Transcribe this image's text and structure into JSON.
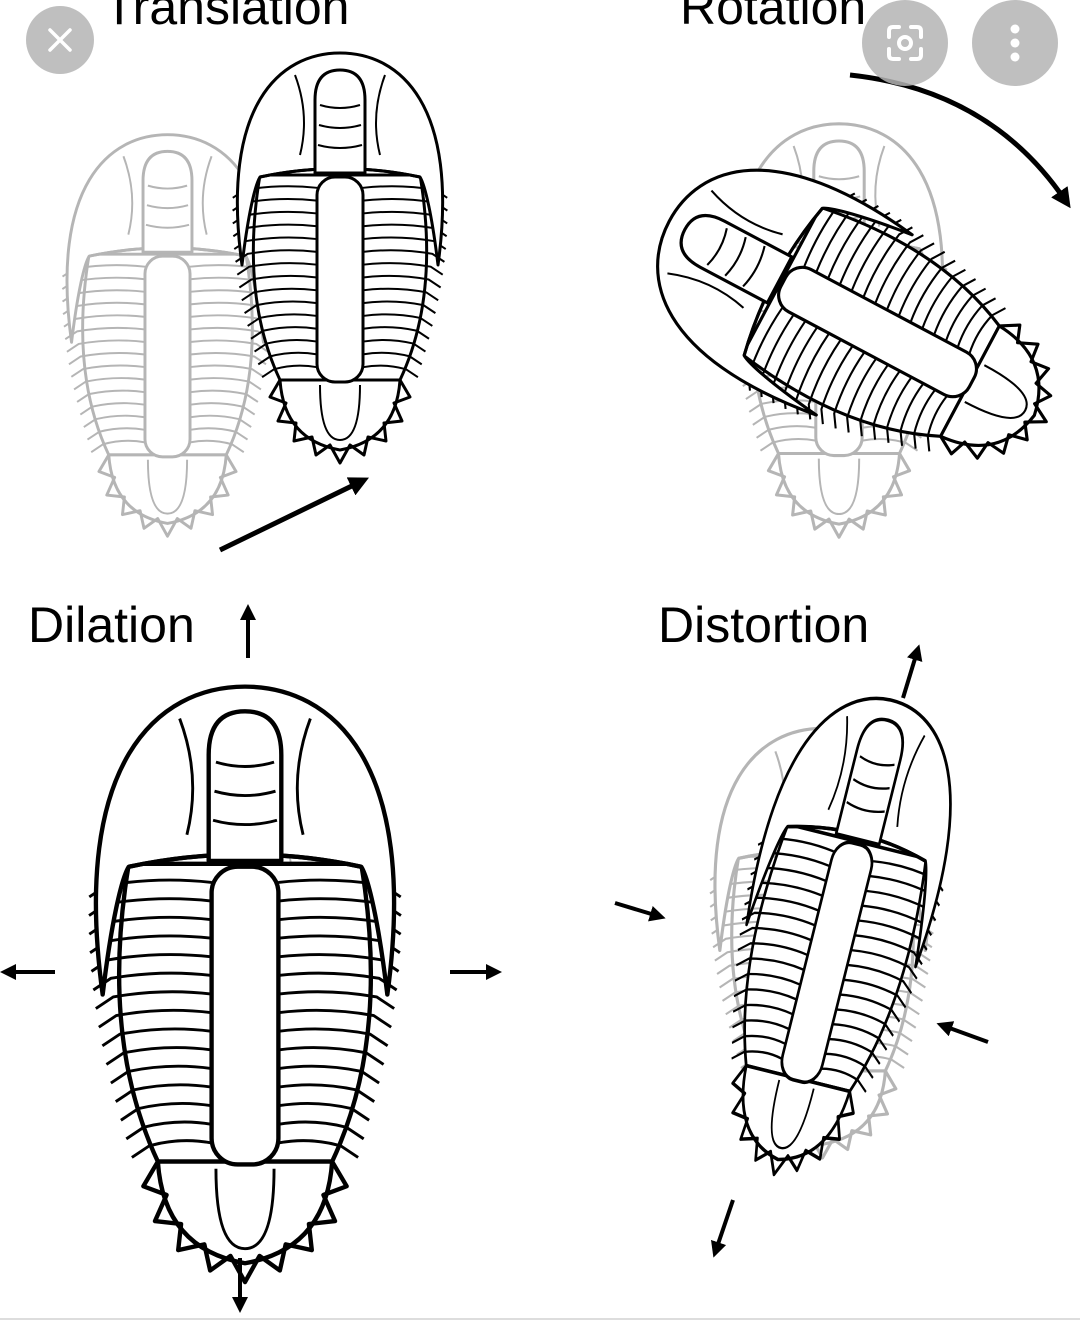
{
  "labels": {
    "translation": "Translation",
    "rotation": "Rotation",
    "dilation": "Dilation",
    "distortion": "Distortion"
  },
  "controls": {
    "close_icon": "close-icon",
    "lens_icon": "lens-search-icon",
    "more_icon": "more-vert-icon"
  },
  "colors": {
    "ink": "#000000",
    "faded": "#b5b5b5",
    "button": "#b4b4b4"
  },
  "trilobite": {
    "thorax_segments": 16
  }
}
